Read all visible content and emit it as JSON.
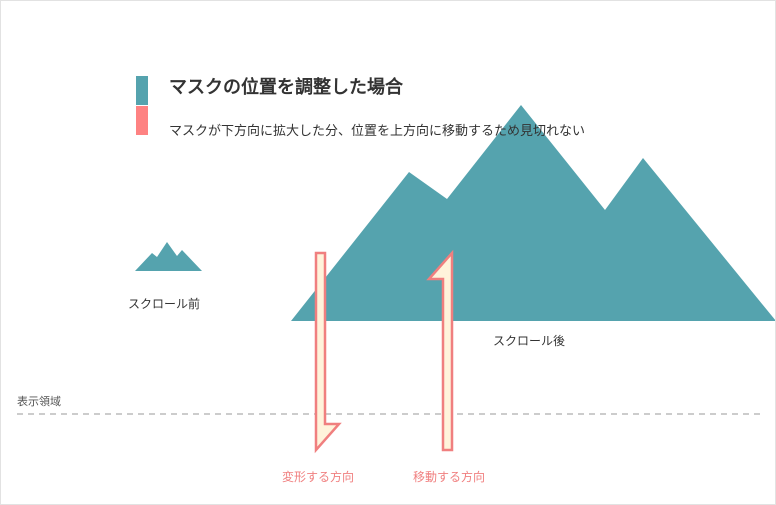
{
  "heading": "マスクの位置を調整した場合",
  "subheading": "マスクが下方向に拡大した分、位置を上方向に移動するため見切れない",
  "labels": {
    "before_scroll": "スクロール前",
    "after_scroll": "スクロール後",
    "display_area": "表示領域",
    "deform_direction": "変形する方向",
    "move_direction": "移動する方向"
  },
  "colors": {
    "mountain": "#55a3ae",
    "accent_red": "#fe8282",
    "arrow_fill": "#fff3db",
    "arrow_stroke": "#f07f7f",
    "text": "#333333",
    "dashed_line": "#bbbbbb"
  }
}
